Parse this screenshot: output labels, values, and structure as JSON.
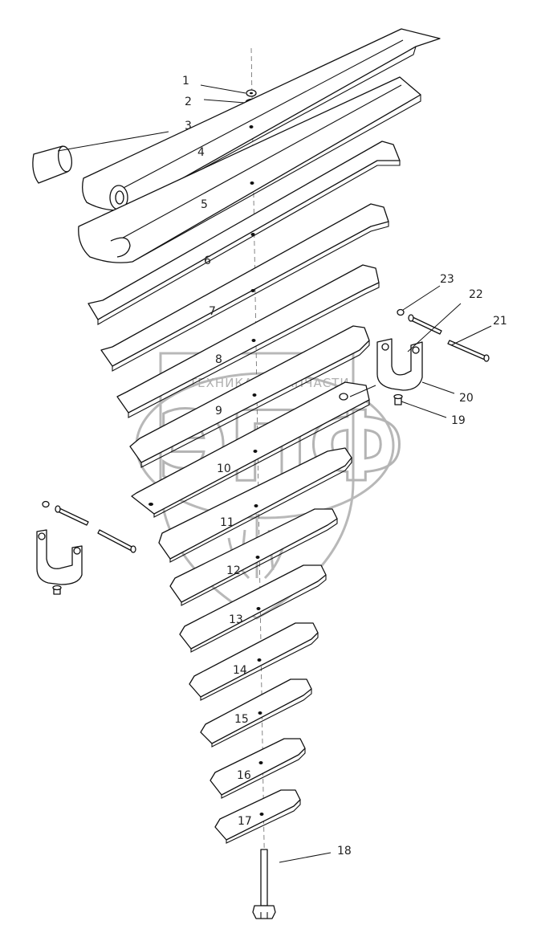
{
  "watermark": {
    "brand_left": "ТЕХНИКА",
    "brand_right": "ЗАПЧАСТИ",
    "monogram": "ЭПФ"
  },
  "callouts": [
    "1",
    "2",
    "3",
    "4",
    "5",
    "6",
    "7",
    "8",
    "9",
    "10",
    "11",
    "12",
    "13",
    "14",
    "15",
    "16",
    "17",
    "18",
    "19",
    "20",
    "21",
    "22",
    "23"
  ]
}
